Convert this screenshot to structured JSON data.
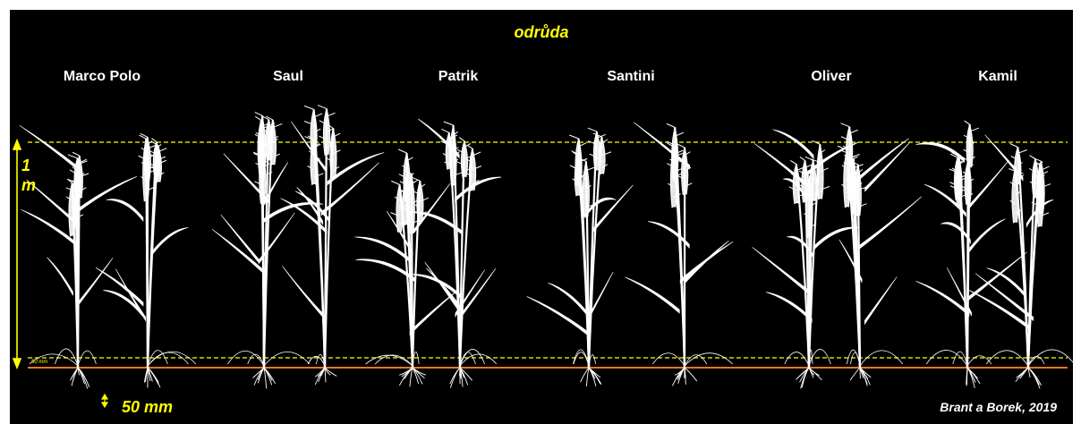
{
  "title": "odrůda",
  "varieties": [
    {
      "label": "Marco Polo"
    },
    {
      "label": "Saul"
    },
    {
      "label": "Patrik"
    },
    {
      "label": "Santini"
    },
    {
      "label": "Oliver"
    },
    {
      "label": "Kamil"
    }
  ],
  "scale": {
    "vertical_value": "1",
    "vertical_unit": "m",
    "bottom_band_label": "50 mm",
    "legend_label": "50 mm"
  },
  "credit": "Brant a Borek, 2019",
  "colors": {
    "background": "#000000",
    "plant": "#ffffff",
    "scale_yellow": "#ffff00",
    "ground_line": "#e87722"
  }
}
